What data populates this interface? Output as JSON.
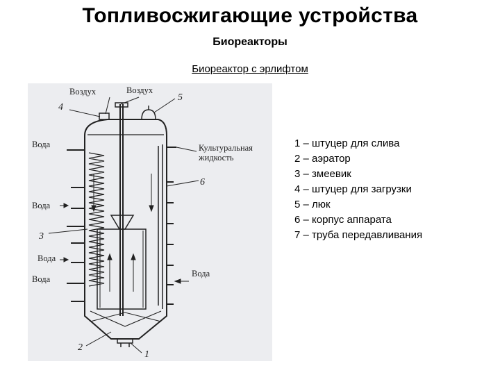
{
  "title": "Топливосжигающие устройства",
  "subtitle": "Биореакторы",
  "caption": "Биореактор с эрлифтом",
  "diagram_labels": {
    "air_left": "Воздух",
    "air_right": "Воздух",
    "water_1": "Вода",
    "water_2": "Вода",
    "water_3": "Вода",
    "water_4": "Вода",
    "water_right": "Вода",
    "culture_1": "Культуральная",
    "culture_2": "жидкость",
    "n1": "1",
    "n2": "2",
    "n3": "3",
    "n4": "4",
    "n5": "5",
    "n6": "6"
  },
  "legend": [
    "1 – штуцер для слива",
    "2 – аэратор",
    "3 – змеевик",
    "4 – штуцер для загрузки",
    "5 – люк",
    "6 – корпус аппарата",
    "7 – труба передавливания"
  ]
}
